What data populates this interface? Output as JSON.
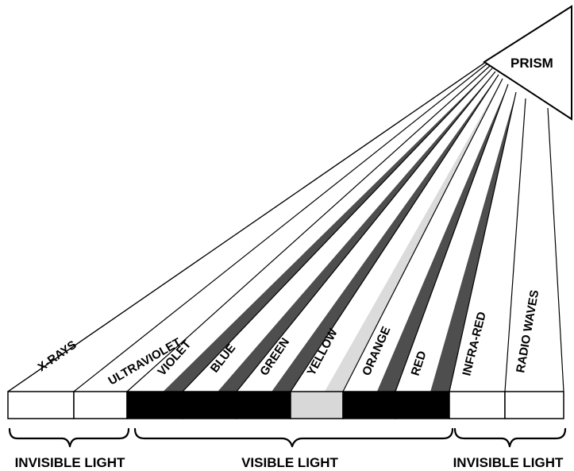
{
  "prism": {
    "label": "PRISM"
  },
  "bands": [
    {
      "label": "X-RAYS",
      "fill": "#ffffff"
    },
    {
      "label": "ULTRAVIOLET",
      "fill": "#ffffff"
    },
    {
      "label": "VIOLET",
      "fill": "#000000"
    },
    {
      "label": "BLUE",
      "fill": "#000000"
    },
    {
      "label": "GREEN",
      "fill": "#000000"
    },
    {
      "label": "YELLOW",
      "fill": "#d8d8d8"
    },
    {
      "label": "ORANGE",
      "fill": "#000000"
    },
    {
      "label": "RED",
      "fill": "#000000"
    },
    {
      "label": "INFRA-RED",
      "fill": "#ffffff"
    },
    {
      "label": "RADIO WAVES",
      "fill": "#ffffff"
    }
  ],
  "groups": [
    {
      "label": "INVISIBLE LIGHT"
    },
    {
      "label": "VISIBLE LIGHT"
    },
    {
      "label": "INVISIBLE LIGHT"
    }
  ]
}
